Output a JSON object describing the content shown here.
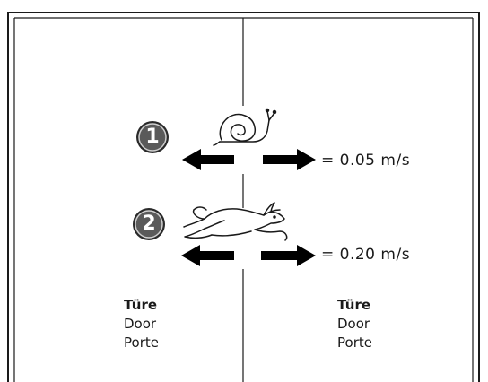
{
  "speeds": [
    {
      "number": "1",
      "icon": "snail-icon",
      "text": "= 0.05 m/s"
    },
    {
      "number": "2",
      "icon": "hare-icon",
      "text": "= 0.20 m/s"
    }
  ],
  "doors": {
    "left": {
      "title": "Türe",
      "en": "Door",
      "fr": "Porte"
    },
    "right": {
      "title": "Türe",
      "en": "Door",
      "fr": "Porte"
    }
  },
  "colors": {
    "line": "#1a1a1a",
    "badge": "#555555",
    "badge_ring": "#2a2a2a",
    "arrow": "#000000"
  }
}
